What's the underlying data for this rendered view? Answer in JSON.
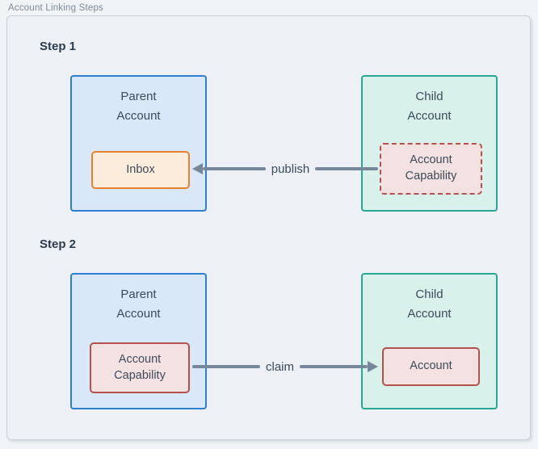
{
  "page": {
    "caption": "Account Linking Steps"
  },
  "steps": [
    {
      "heading": "Step 1",
      "parent": {
        "title": "Parent\nAccount",
        "node": {
          "label": "Inbox",
          "style": "orange",
          "border": "solid"
        }
      },
      "child": {
        "title": "Child\nAccount",
        "node": {
          "label": "Account\nCapability",
          "style": "red",
          "border": "dashed"
        }
      },
      "arrow": {
        "label": "publish",
        "direction": "left",
        "from": "child-account-capability",
        "to": "parent-inbox"
      }
    },
    {
      "heading": "Step 2",
      "parent": {
        "title": "Parent\nAccount",
        "node": {
          "label": "Account\nCapability",
          "style": "red",
          "border": "solid"
        }
      },
      "child": {
        "title": "Child\nAccount",
        "node": {
          "label": "Account",
          "style": "red",
          "border": "solid"
        }
      },
      "arrow": {
        "label": "claim",
        "direction": "right",
        "from": "parent-account-capability",
        "to": "child-account"
      }
    }
  ],
  "colors": {
    "panel_background": "#edf1f5",
    "panel_border": "#c7d0d9",
    "parent_border": "#2e7fd0",
    "parent_fill": "#d9e8f8",
    "child_border": "#29a795",
    "child_fill": "#d8f1eb",
    "inbox_border": "#e8812d",
    "inbox_fill": "#fcecdb",
    "capability_border": "#b2514e",
    "capability_fill": "#f4e2e2",
    "arrow": "#76879a",
    "heading_text": "#2c3c4e",
    "caption_text": "#7d8a97"
  }
}
